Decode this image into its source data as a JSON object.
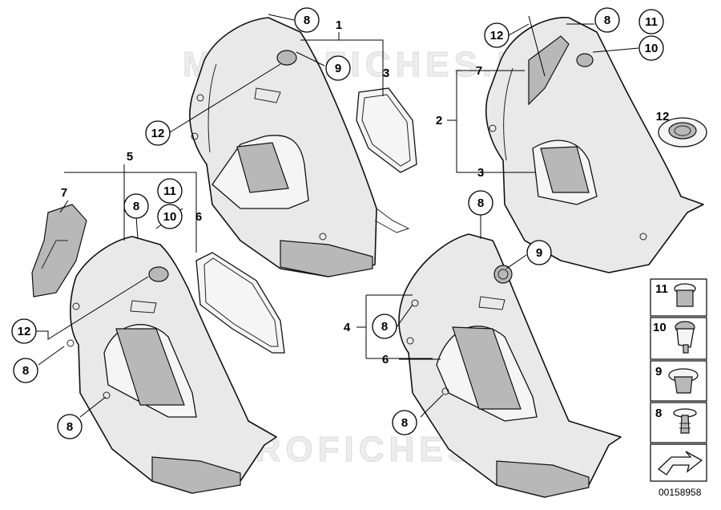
{
  "watermark_text": "MICROFICHES.NET",
  "diagram_id": "00158958",
  "callouts": {
    "c1": "1",
    "c2": "2",
    "c3": "3",
    "c3b": "3",
    "c4": "4",
    "c5": "5",
    "c6": "6",
    "c6b": "6",
    "c7": "7",
    "c7b": "7",
    "c8a": "8",
    "c8b": "8",
    "c8c": "8",
    "c8d": "8",
    "c8e": "8",
    "c8f": "8",
    "c8g": "8",
    "c9a": "9",
    "c9b": "9",
    "c10a": "10",
    "c10b": "10",
    "c11a": "11",
    "c11b": "11",
    "c12a": "12",
    "c12b": "12",
    "c12c": "12",
    "c12d": "12"
  },
  "legend": {
    "l11": "11",
    "l10": "10",
    "l9": "9",
    "l8": "8"
  }
}
